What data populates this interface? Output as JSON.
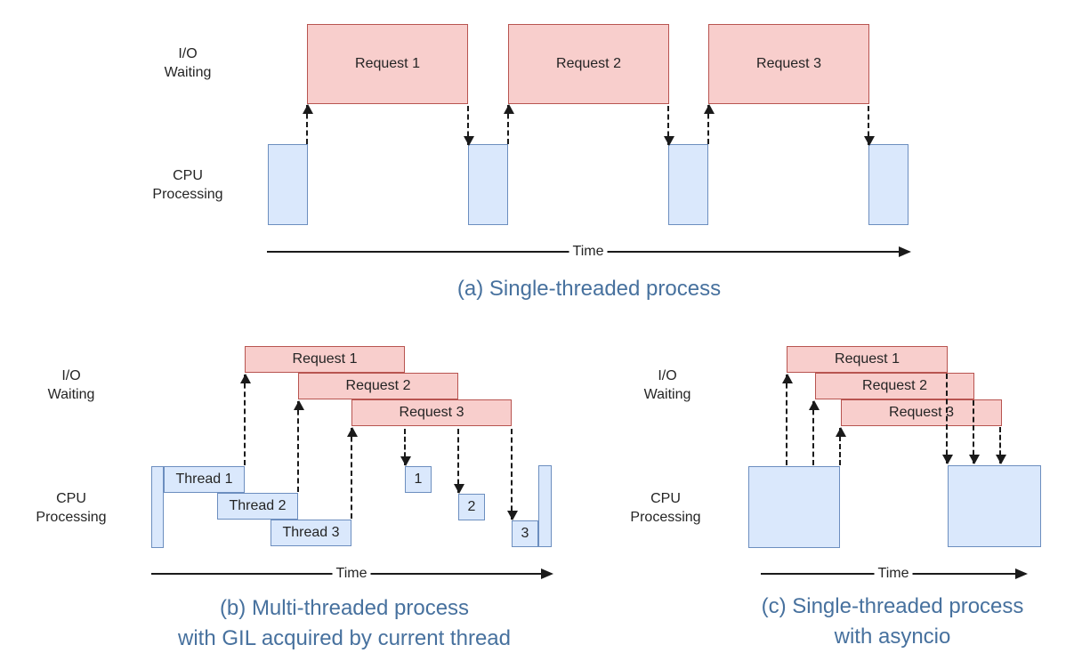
{
  "colors": {
    "io_box_fill": "#f8cecc",
    "io_box_stroke": "#b85450",
    "cpu_box_fill": "#dae8fc",
    "cpu_box_stroke": "#6c8ebf",
    "caption_text": "#47719e",
    "diagram_text": "#242424",
    "arrow": "#1a1a1a"
  },
  "labels": {
    "io_waiting_line1": "I/O",
    "io_waiting_line2": "Waiting",
    "cpu_processing_line1": "CPU",
    "cpu_processing_line2": "Processing",
    "time_axis": "Time"
  },
  "diagram_a": {
    "requests": [
      "Request 1",
      "Request 2",
      "Request 3"
    ],
    "caption": "(a) Single-threaded process"
  },
  "diagram_b": {
    "requests": [
      "Request 1",
      "Request 2",
      "Request 3"
    ],
    "threads": [
      "Thread 1",
      "Thread 2",
      "Thread 3"
    ],
    "completed_chunks": [
      "1",
      "2",
      "3"
    ],
    "caption_line1": "(b) Multi-threaded process",
    "caption_line2": "with GIL acquired by current thread"
  },
  "diagram_c": {
    "requests": [
      "Request 1",
      "Request 2",
      "Request 3"
    ],
    "caption_line1": "(c) Single-threaded process",
    "caption_line2": "with asyncio"
  }
}
